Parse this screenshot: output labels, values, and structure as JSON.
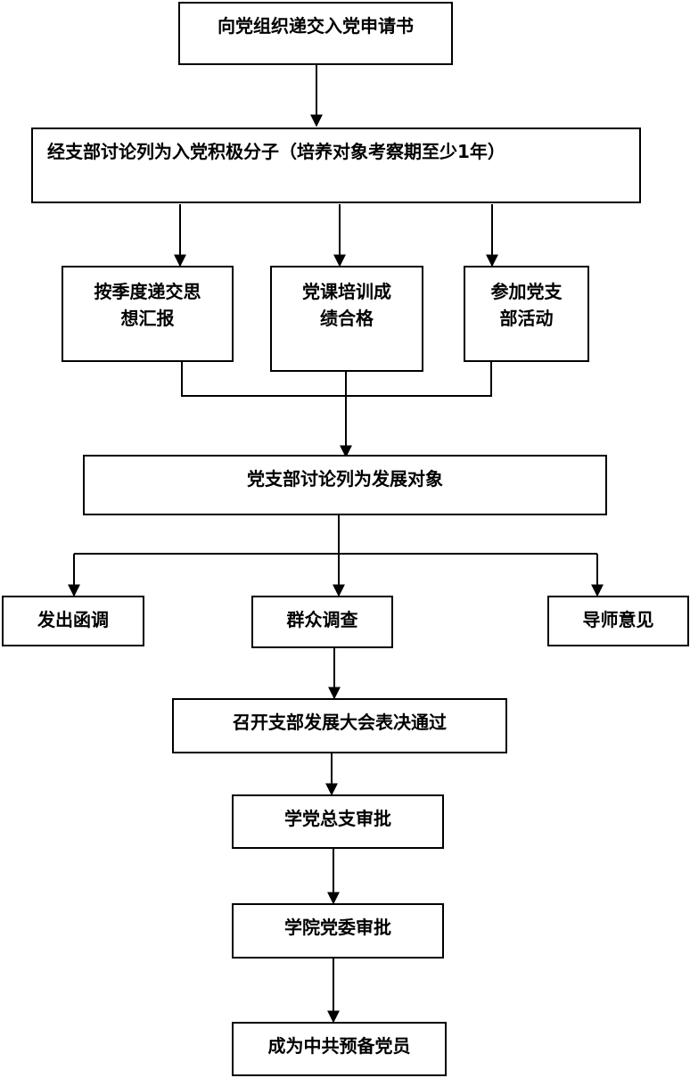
{
  "nodes": {
    "application": "向党组织递交入党申请书",
    "activist": "经支部讨论列为入党积极分子（培养对象考察期至少1年）",
    "report_line1": "按季度递交思",
    "report_line2": "想汇报",
    "course_line1": "党课培训成",
    "course_line2": "绩合格",
    "activity_line1": "参加党支",
    "activity_line2": "部活动",
    "development_target": "党支部讨论列为发展对象",
    "letter": "发出函调",
    "survey": "群众调查",
    "mentor": "导师意见",
    "meeting": "召开支部发展大会表决通过",
    "school_approval": "学党总支审批",
    "college_approval": "学院党委审批",
    "probationary": "成为中共预备党员"
  },
  "colors": {
    "line": "#000000",
    "fill": "#ffffff",
    "text": "#000000"
  }
}
